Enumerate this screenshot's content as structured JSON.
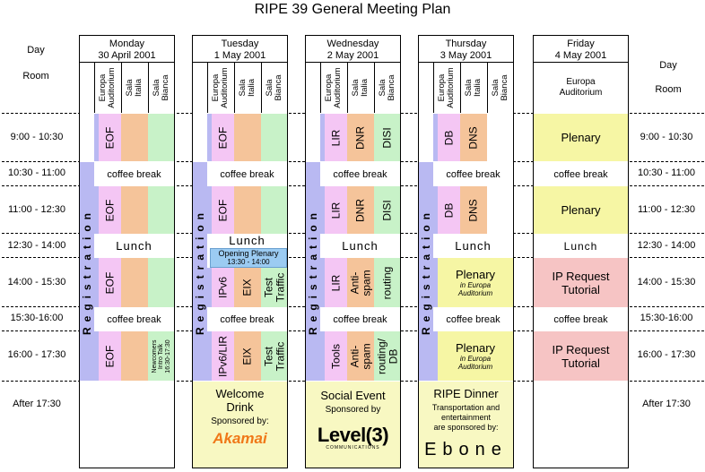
{
  "title": "RIPE 39 General Meeting Plan",
  "left_labels": {
    "day": "Day",
    "room": "Room"
  },
  "right_labels": {
    "day": "Day",
    "room": "Room"
  },
  "time_slots": [
    "9:00 - 10:30",
    "10:30 - 11:00",
    "11:00 - 12:30",
    "12:30 - 14:00",
    "14:00 - 15:30",
    "15:30-16:00",
    "16:00 - 17:30",
    "After 17:30"
  ],
  "rooms": {
    "a": "Europa Auditorium",
    "b": "Sala Italia",
    "c": "Sala Bianca"
  },
  "room_lines": {
    "a1": "Europa",
    "a2": "Auditorium",
    "b1": "Sala",
    "b2": "Italia",
    "c1": "Sala",
    "c2": "Bianca"
  },
  "common": {
    "coffee": "coffee break",
    "lunch": "Lunch",
    "registration": "Registration"
  },
  "monday": {
    "day": "Monday",
    "date": "30 April 2001",
    "s1": "EOF",
    "s3": "EOF",
    "s5": "EOF",
    "s7": "EOF",
    "newcomers1": "Newcomers",
    "newcomers2": "Intro Talk",
    "newcomers3": "16:30-17:30"
  },
  "tuesday": {
    "day": "Tuesday",
    "date": "1 May 2001",
    "s1": "EOF",
    "s3": "EOF",
    "opening1": "Opening Plenary",
    "opening2": "13:30 - 14:00",
    "s5a": "IPv6",
    "s5b": "EIX",
    "s5c1": "Test",
    "s5c2": "Traffic",
    "s7a": "IPv6/LIR",
    "s7b": "EIX",
    "s7c1": "Test",
    "s7c2": "Traffic",
    "evening1": "Welcome",
    "evening2": "Drink",
    "evening3": "Sponsored by:",
    "sponsor": "Akamai"
  },
  "wednesday": {
    "day": "Wednesday",
    "date": "2 May 2001",
    "s1a": "LIR",
    "s1b": "DNR",
    "s1c": "DISI",
    "s3a": "LIR",
    "s3b": "DNR",
    "s3c": "DISI",
    "s5a": "LIR",
    "s5b1": "Anti-",
    "s5b2": "spam",
    "s5c": "routing",
    "s7a": "Tools",
    "s7b1": "Anti-",
    "s7b2": "spam",
    "s7c1": "routing/",
    "s7c2": "DB",
    "evening1": "Social Event",
    "evening2": "Sponsored by",
    "sponsor": "Level(3)",
    "sponsor_sub": "COMMUNICATIONS"
  },
  "thursday": {
    "day": "Thursday",
    "date": "3 May 2001",
    "s1a": "DB",
    "s1b": "DNS",
    "s3a": "DB",
    "s3b": "DNS",
    "plenary": "Plenary",
    "plenary_sub1": "in  Europa",
    "plenary_sub2": "Auditorium",
    "evening1": "RIPE Dinner",
    "evening2": "Transportation and",
    "evening3": "entertainment",
    "evening4": "are sponsored by:",
    "sponsor": "Ebone"
  },
  "friday": {
    "day": "Friday",
    "date": "4 May 2001",
    "room1": "Europa",
    "room2": "Auditorium",
    "plenary": "Plenary",
    "tutorial1": "IP Request",
    "tutorial2": "Tutorial"
  },
  "colors": {
    "pink": "#f4c6f4",
    "orange": "#f5c49a",
    "green": "#c8f2c8",
    "blue": "#b9b9f2",
    "yellow": "#f6f6a4",
    "salmon": "#f6c4c4",
    "lightblue": "#9bcbf2",
    "cream": "#f8f8c2"
  }
}
